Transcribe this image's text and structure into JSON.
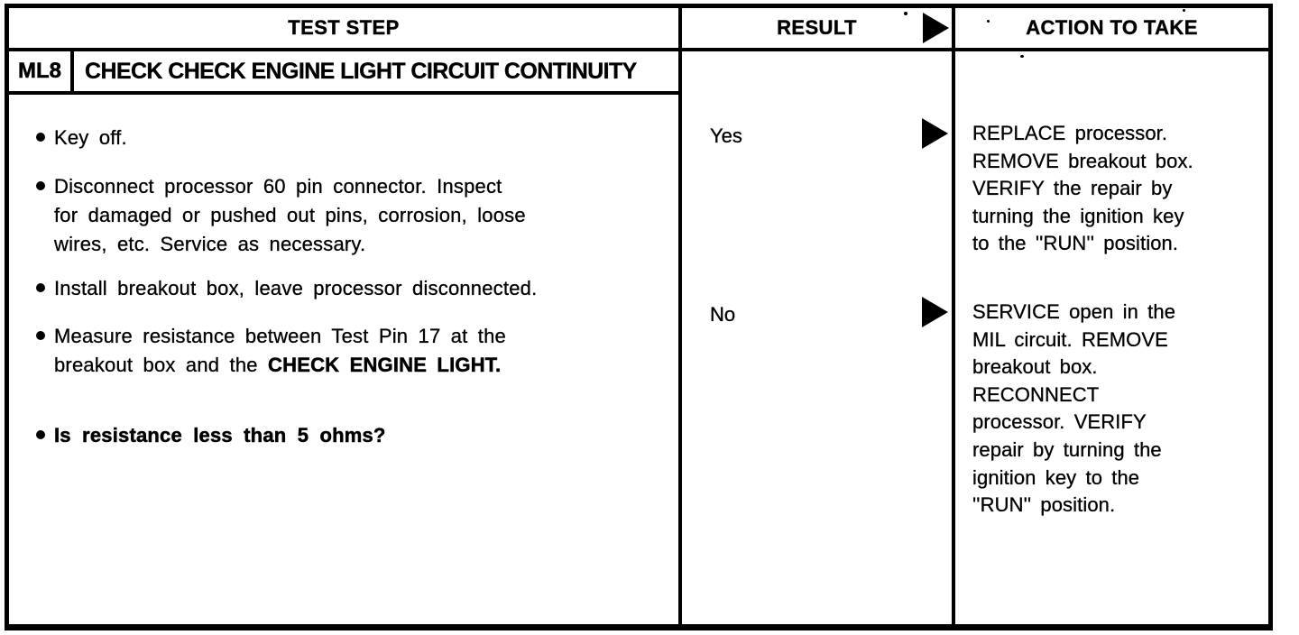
{
  "page": {
    "background": "#ffffff",
    "text_color": "#000000",
    "border_color": "#000000"
  },
  "table": {
    "headers": {
      "test_step": "TEST STEP",
      "result": "RESULT",
      "action": "ACTION TO TAKE"
    },
    "step": {
      "id": "ML8",
      "title": "CHECK CHECK ENGINE LIGHT CIRCUIT CONTINUITY"
    },
    "bullets": {
      "key_off": "Key off.",
      "disconnect_lines": [
        "Disconnect processor 60 pin connector. Inspect",
        "for damaged or pushed out pins, corrosion, loose",
        "wires, etc. Service as necessary."
      ],
      "install": "Install breakout box, leave processor disconnected.",
      "measure_line1": "Measure resistance between Test Pin 17 at the",
      "measure_line2_prefix": "breakout box and the ",
      "measure_line2_bold": "CHECK ENGINE LIGHT.",
      "question": "Is resistance less than 5 ohms?"
    },
    "results": [
      {
        "label": "Yes",
        "action_lines": [
          "REPLACE processor.",
          "REMOVE breakout box.",
          "VERIFY the repair by",
          "turning the ignition key",
          "to the ''RUN'' position."
        ]
      },
      {
        "label": "No",
        "action_lines": [
          "SERVICE open in the",
          "MIL circuit. REMOVE",
          "breakout box.",
          "RECONNECT",
          "processor. VERIFY",
          "repair by turning the",
          "ignition key to the",
          "''RUN'' position."
        ]
      }
    ]
  }
}
